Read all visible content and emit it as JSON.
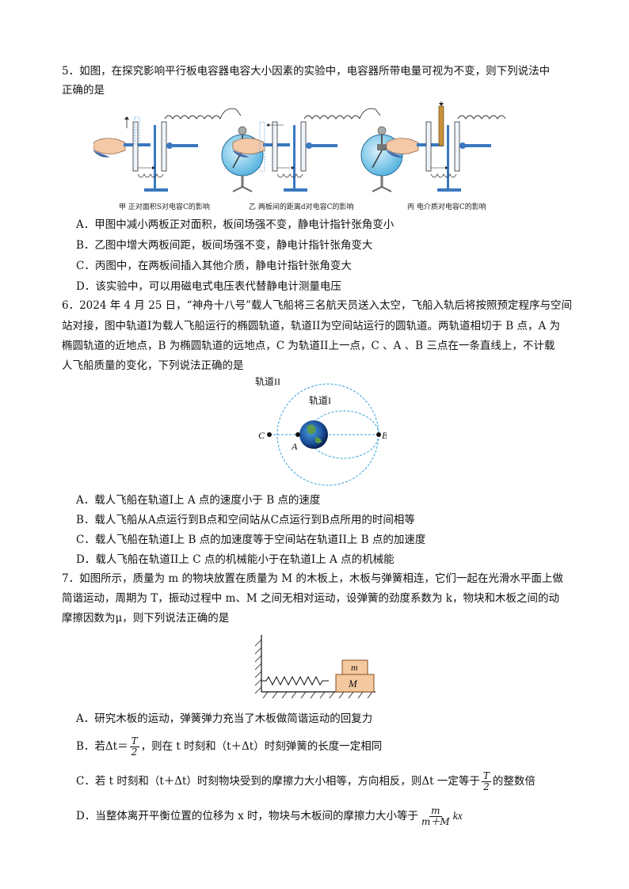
{
  "q5": {
    "stem1": "5．如图，在探究影响平行板电容器电容大小因素的实验中，电容器所带电量可视为不变，则下列说法中",
    "stem2": "正确的是",
    "cap_a": "甲  正对面积S对电容C的影响",
    "cap_b": "乙  两板间的距离d对电容C的影响",
    "cap_c": "丙  电介质对电容C的影响",
    "A": "A．甲图中减小两板正对面积，板间场强不变，静电计指针张角变小",
    "B": "B．乙图中增大两板间距，板间场强不变，静电计指针张角变大",
    "C": "C．丙图中，在两板间插入其他介质，静电计指针张角变大",
    "D": "D．该实验中，可以用磁电式电压表代替静电计测量电压"
  },
  "q6": {
    "l1": "6．2024 年 4 月 25 日，“神舟十八号”载人飞船将三名航天员送入太空，飞船入轨后将按照预定程序与空间",
    "l2": "站对接，图中轨道I为载人飞船运行的椭圆轨道，轨道II为空间站运行的圆轨道。两轨道相切于 B 点，A 为",
    "l3": "椭圆轨道的近地点，B 为椭圆轨道的远地点，C 为轨道II上一点，C 、A 、B 三点在一条直线上，不计载",
    "l4": "人飞船质量的变化，下列说法正确的是",
    "orbit2": "轨道II",
    "orbit1": "轨道I",
    "pC": "C",
    "pA": "A",
    "pB": "B",
    "A": "A．载人飞船在轨道I上 A 点的速度小于 B 点的速度",
    "B": "B．载人飞船从A点运行到B点和空间站从C点运行到B点所用的时间相等",
    "C": "C．载人飞船在轨道I上 B 点的加速度等于空间站在轨道II上 B 点的加速度",
    "D": "D．载人飞船在轨道II上 C 点的机械能小于在轨道I上 A 点的机械能"
  },
  "q7": {
    "l1": "7．如图所示，质量为 m 的物块放置在质量为 M 的木板上，木板与弹簧相连，它们一起在光滑水平面上做",
    "l2": "简谐运动，周期为 T，振动过程中 m、M 之间无相对运动，设弹簧的劲度系数为 k，物块和木板之间的动",
    "l3": "摩擦因数为μ，则下列说法正确的是",
    "m_label": "m",
    "M_label": "M",
    "A": "A．研究木板的运动，弹簧弹力充当了木板做简谐运动的回复力",
    "B_pre": "B．若Δt＝",
    "B_num": "T",
    "B_den": "2",
    "B_post": "，则在 t 时刻和（t＋Δt）时刻弹簧的长度一定相同",
    "C_pre": "C．若 t 时刻和（t＋Δt）时刻物块受到的摩擦力大小相等，方向相反，则Δt 一定等于",
    "C_num": "T",
    "C_den": "2",
    "C_post": "的整数倍",
    "D_pre": "D．当整体离开平衡位置的位移为 x 时，物块与木板间的摩擦力大小等于",
    "D_num": "m",
    "D_den": "m＋M",
    "D_post": "kx"
  }
}
